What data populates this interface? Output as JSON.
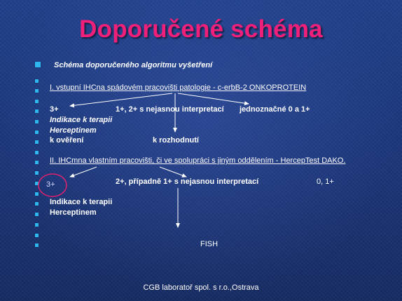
{
  "slide": {
    "title": "Doporučené schéma",
    "subtitle": "Schéma doporučeného algoritmu vyšetření",
    "line1": "I.  vstupní IHCna spádovém pracovišti patologie -    c-erbB-2 ONKOPROTEIN",
    "row_3plus": "3+",
    "row_uncertain": "1+, 2+ s nejasnou interpretací",
    "row_unambiguous": "jednoznačné 0 a 1+",
    "indication_1": "Indikace k terapii",
    "herceptin_1": "Herceptinem",
    "verify": "k ověření",
    "decide": "k rozhodnutí",
    "line2": "II. IHCmna vlastním pracovišti, či ve spolupráci s jiným oddělením   -  HercepTest DAKO.",
    "circled_3plus": "3+",
    "row_2plus": "2+, případně 1+ s nejasnou interpretací",
    "row_01": "0, 1+",
    "indication_2": "Indikace k terapii",
    "herceptin_2": "Herceptinem",
    "fish": "FISH",
    "footer": "CGB laboratoř spol. s r.o.,Ostrava"
  },
  "colors": {
    "title": "#f0207a",
    "bullet": "#2fb8f0",
    "text": "#ffffff",
    "circle": "#e0206e",
    "background": "#1e3f8a"
  }
}
